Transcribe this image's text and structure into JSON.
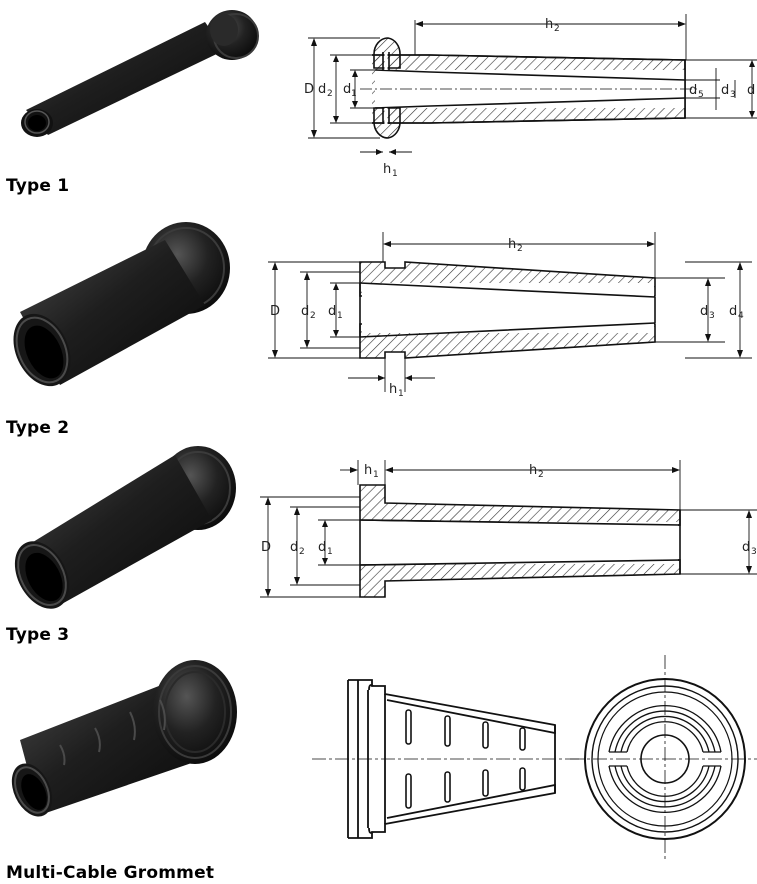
{
  "sections": [
    {
      "label": "Type 1",
      "dims": {
        "D": "D",
        "d2": "d",
        "d2_sub": "2",
        "d1": "d",
        "d1_sub": "1",
        "h2": "h",
        "h2_sub": "2",
        "h1": "h",
        "h1_sub": "1",
        "d5": "d",
        "d5_sub": "5",
        "d3": "d",
        "d3_sub": "3",
        "d4": "d"
      }
    },
    {
      "label": "Type 2",
      "dims": {
        "D": "D",
        "d2": "d",
        "d2_sub": "2",
        "d1": "d",
        "d1_sub": "1",
        "h2": "h",
        "h2_sub": "2",
        "h1": "h",
        "h1_sub": "1",
        "d3": "d",
        "d3_sub": "3",
        "d4": "d",
        "d4_sub": "4"
      }
    },
    {
      "label": "Type 3",
      "dims": {
        "D": "D",
        "d2": "d",
        "d2_sub": "2",
        "d1": "d",
        "d1_sub": "1",
        "h1": "h",
        "h1_sub": "1",
        "h2": "h",
        "h2_sub": "2",
        "d3": "d",
        "d3_sub": "3"
      }
    },
    {
      "label": "Multi-Cable Grommet"
    }
  ],
  "colors": {
    "rubber": "#1c1c1c",
    "line": "#111111",
    "hatch": "#333333"
  }
}
